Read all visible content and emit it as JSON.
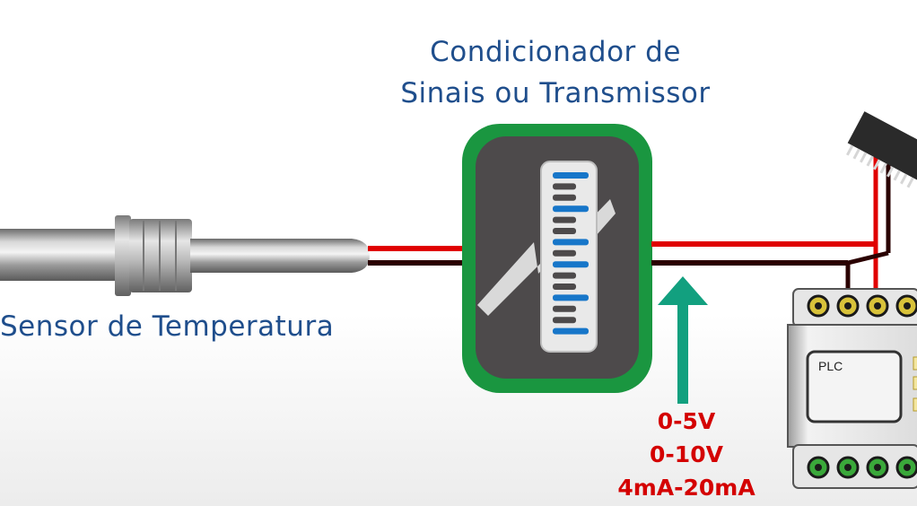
{
  "conditioner_title": {
    "line1": "Condicionador de",
    "line2": "Sinais ou Transmissor"
  },
  "sensor_label": "Sensor de Temperatura",
  "plc_label": "PLC",
  "signal_ranges": [
    "0-5V",
    "0-10V",
    "4mA-20mA"
  ],
  "colors": {
    "title_blue": "#1f4e8c",
    "signal_red": "#d40000",
    "conditioner_green": "#1a9640",
    "arrow_teal": "#12a07f",
    "wire_red": "#e00000",
    "wire_dark": "#2a0000"
  }
}
